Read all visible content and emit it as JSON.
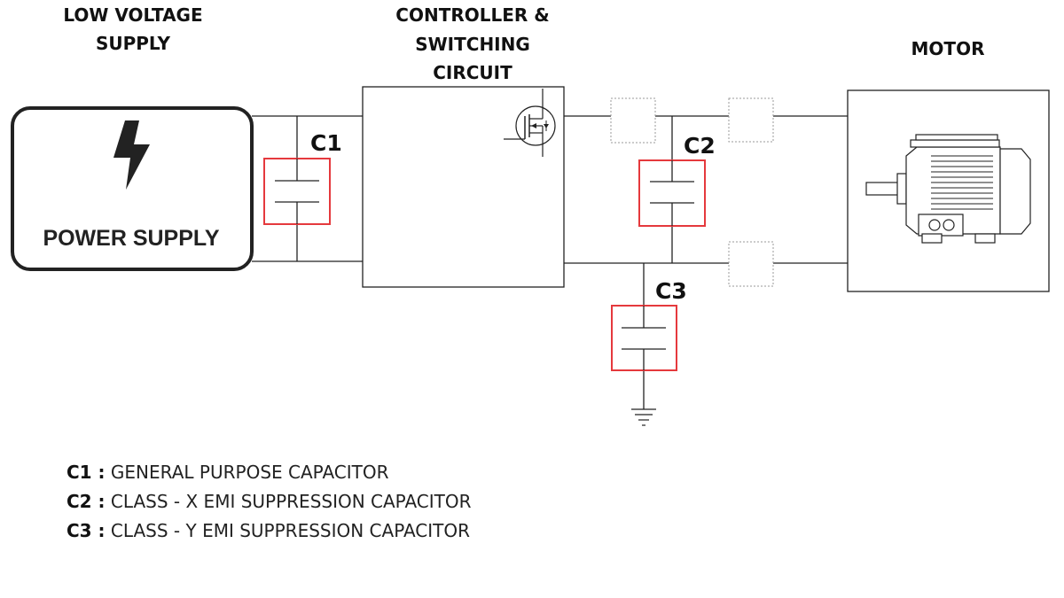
{
  "headers": {
    "low_voltage": [
      "LOW VOLTAGE",
      "SUPPLY"
    ],
    "controller": [
      "CONTROLLER &",
      "SWITCHING",
      "CIRCUIT"
    ],
    "motor": "MOTOR"
  },
  "power_supply": {
    "label": "POWER SUPPLY",
    "icon": "lightning-bolt-icon"
  },
  "capacitors": {
    "c1": "C1",
    "c2": "C2",
    "c3": "C3"
  },
  "legend": [
    {
      "key": "C1 :",
      "text": "GENERAL PURPOSE CAPACITOR"
    },
    {
      "key": "C2 :",
      "text": "CLASS - X EMI SUPPRESSION CAPACITOR"
    },
    {
      "key": "C3 :",
      "text": "CLASS - Y EMI SUPPRESSION CAPACITOR"
    }
  ],
  "colors": {
    "capacitor_highlight": "#e5393d",
    "line": "#222222",
    "dashed_box": "#9a9a9a"
  },
  "icons": [
    "lightning-bolt-icon",
    "mosfet-icon",
    "ground-icon",
    "motor-icon"
  ]
}
